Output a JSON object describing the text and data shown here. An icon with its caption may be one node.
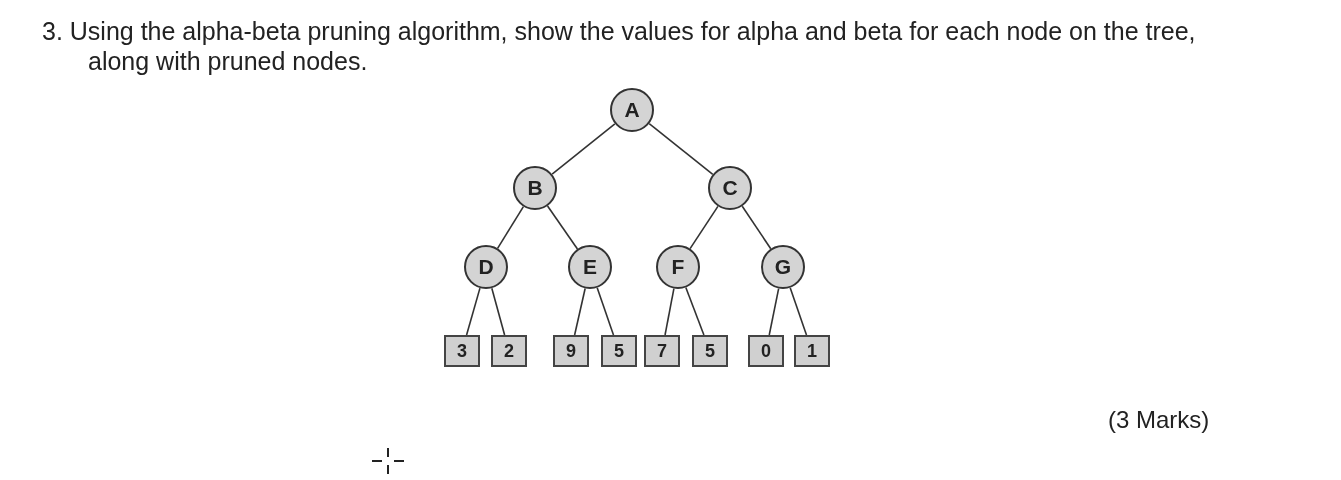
{
  "diagram": {
    "title": "3. Using the alpha-beta pruning algorithm, show the values for alpha and beta for each node on the tree, along with pruned nodes.",
    "nodes": [
      {
        "text": [
          "A"
        ]
      },
      {
        "text": [
          "B"
        ]
      },
      {
        "text": [
          "C"
        ]
      },
      {
        "text": [
          "D"
        ]
      },
      {
        "text": [
          "E"
        ]
      },
      {
        "text": [
          "F"
        ]
      },
      {
        "text": [
          "G"
        ]
      },
      {
        "text": [
          "3"
        ]
      },
      {
        "text": [
          "2"
        ]
      },
      {
        "text": [
          "9"
        ]
      },
      {
        "text": [
          "5"
        ]
      },
      {
        "text": [
          "7"
        ]
      },
      {
        "text": [
          "5"
        ]
      },
      {
        "text": [
          "0"
        ]
      },
      {
        "text": [
          "1"
        ]
      }
    ],
    "edges": [
      {
        "from": 0,
        "to": 1,
        "arrow": "none"
      },
      {
        "from": 0,
        "to": 2,
        "arrow": "none"
      },
      {
        "from": 1,
        "to": 3,
        "arrow": "none"
      },
      {
        "from": 1,
        "to": 4,
        "arrow": "none"
      },
      {
        "from": 2,
        "to": 5,
        "arrow": "none"
      },
      {
        "from": 2,
        "to": 6,
        "arrow": "none"
      },
      {
        "from": 3,
        "to": 7,
        "arrow": "none"
      },
      {
        "from": 3,
        "to": 8,
        "arrow": "none"
      },
      {
        "from": 4,
        "to": 9,
        "arrow": "none"
      },
      {
        "from": 4,
        "to": 10,
        "arrow": "none"
      },
      {
        "from": 5,
        "to": 11,
        "arrow": "none"
      },
      {
        "from": 5,
        "to": 12,
        "arrow": "none"
      },
      {
        "from": 6,
        "to": 13,
        "arrow": "none"
      },
      {
        "from": 6,
        "to": 14,
        "arrow": "none"
      }
    ],
    "labels": [
      "(3 Marks)"
    ]
  }
}
